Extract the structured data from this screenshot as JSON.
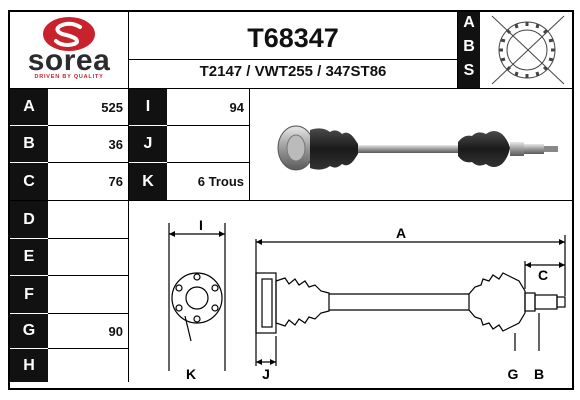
{
  "header": {
    "brand": "sorea",
    "tagline": "DRIVEN BY QUALITY",
    "part_code": "T68347",
    "cross_references": "T2147 / VWT255 / 347ST86",
    "abs_letters": [
      "A",
      "B",
      "S"
    ]
  },
  "specs_left": [
    {
      "label": "A",
      "value": "525"
    },
    {
      "label": "B",
      "value": "36"
    },
    {
      "label": "C",
      "value": "76"
    },
    {
      "label": "D",
      "value": ""
    },
    {
      "label": "E",
      "value": ""
    },
    {
      "label": "F",
      "value": ""
    },
    {
      "label": "G",
      "value": "90"
    },
    {
      "label": "H",
      "value": ""
    }
  ],
  "specs_right": [
    {
      "label": "I",
      "value": "94"
    },
    {
      "label": "J",
      "value": ""
    },
    {
      "label": "K",
      "value": "6 Trous"
    }
  ],
  "diagram_labels": {
    "a": "A",
    "b": "B",
    "c": "C",
    "g": "G",
    "i": "I",
    "j": "J",
    "k": "K"
  },
  "colors": {
    "brand_red": "#c8232c",
    "label_bg": "#111111"
  }
}
